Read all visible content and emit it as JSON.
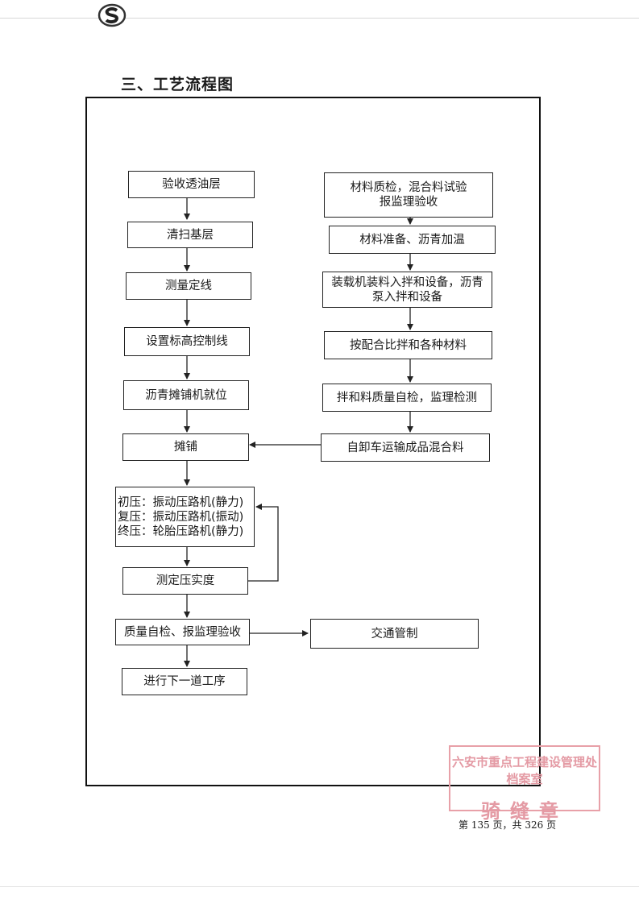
{
  "header": {
    "left_text": "",
    "right_text": ""
  },
  "section_title": "三、工艺流程图",
  "flow_left": [
    "验收透油层",
    "清扫基层",
    "测量定线",
    "设置标高控制线",
    "沥青摊铺机就位",
    "摊铺"
  ],
  "compaction": {
    "line1": "初压：振动压路机(静力)",
    "line2": "复压：振动压路机(振动)",
    "line3": "终压：轮胎压路机(静力)"
  },
  "flow_left_lower": [
    "测定压实度",
    "质量自检、报监理验收",
    "进行下一道工序"
  ],
  "flow_right": {
    "box1_line1": "材料质检，混合料试验",
    "box1_line2": "报监理验收",
    "box2": "材料准备、沥青加温",
    "box3_line1": "装载机装料入拌和设备，沥青",
    "box3_line2": "泵入拌和设备",
    "box4": "按配合比拌和各种材料",
    "box5": "拌和料质量自检，监理检测",
    "box6": "自卸车运输成品混合料"
  },
  "traffic_box": "交通管制",
  "stamp": {
    "top": "六安市重点工程建设管理处档案室",
    "bottom": "骑缝章"
  },
  "page_number": "第 135 页，共 326 页",
  "colors": {
    "border": "#222222",
    "stamp": "#e49aa4"
  }
}
